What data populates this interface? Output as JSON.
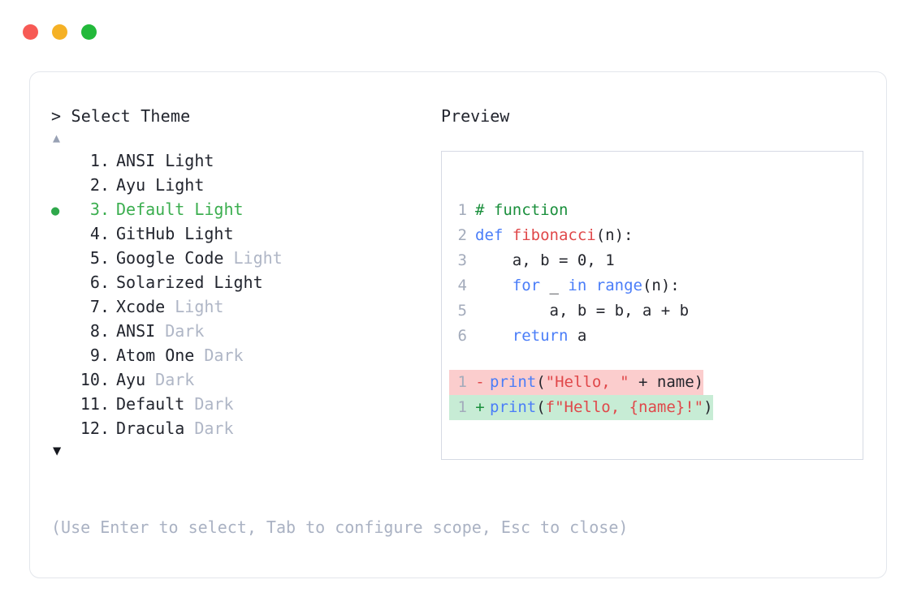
{
  "window": {
    "dots": [
      {
        "name": "close",
        "color": "#f75a55"
      },
      {
        "name": "minimize",
        "color": "#f5b125"
      },
      {
        "name": "maximize",
        "color": "#22b93a"
      }
    ]
  },
  "left": {
    "prompt": "> Select Theme",
    "scroll_up": "▲",
    "scroll_down": "▼",
    "selected_index": 3,
    "bullet": "●",
    "themes": [
      {
        "num": "1.",
        "name": "ANSI",
        "suffix": "Light",
        "suffix_dim": false,
        "selected": false
      },
      {
        "num": "2.",
        "name": "Ayu",
        "suffix": "Light",
        "suffix_dim": false,
        "selected": false
      },
      {
        "num": "3.",
        "name": "Default",
        "suffix": "Light",
        "suffix_dim": false,
        "selected": true
      },
      {
        "num": "4.",
        "name": "GitHub",
        "suffix": "Light",
        "suffix_dim": false,
        "selected": false
      },
      {
        "num": "5.",
        "name": "Google Code",
        "suffix": "Light",
        "suffix_dim": true,
        "selected": false
      },
      {
        "num": "6.",
        "name": "Solarized",
        "suffix": "Light",
        "suffix_dim": false,
        "selected": false
      },
      {
        "num": "7.",
        "name": "Xcode",
        "suffix": "Light",
        "suffix_dim": true,
        "selected": false
      },
      {
        "num": "8.",
        "name": "ANSI",
        "suffix": "Dark",
        "suffix_dim": true,
        "selected": false
      },
      {
        "num": "9.",
        "name": "Atom One",
        "suffix": "Dark",
        "suffix_dim": true,
        "selected": false
      },
      {
        "num": "10.",
        "name": "Ayu",
        "suffix": "Dark",
        "suffix_dim": true,
        "selected": false
      },
      {
        "num": "11.",
        "name": "Default",
        "suffix": "Dark",
        "suffix_dim": true,
        "selected": false
      },
      {
        "num": "12.",
        "name": "Dracula",
        "suffix": "Dark",
        "suffix_dim": true,
        "selected": false
      }
    ]
  },
  "right": {
    "title": "Preview",
    "code_lines": [
      {
        "ln": "1",
        "tokens": [
          {
            "t": "# function",
            "c": "tok-comment"
          }
        ]
      },
      {
        "ln": "2",
        "tokens": [
          {
            "t": "def ",
            "c": "tok-keyword"
          },
          {
            "t": "fibonacci",
            "c": "tok-func"
          },
          {
            "t": "(n):",
            "c": "tok-plain"
          }
        ]
      },
      {
        "ln": "3",
        "tokens": [
          {
            "t": "    a, b = ",
            "c": "tok-plain"
          },
          {
            "t": "0",
            "c": "tok-num"
          },
          {
            "t": ", ",
            "c": "tok-plain"
          },
          {
            "t": "1",
            "c": "tok-num"
          }
        ]
      },
      {
        "ln": "4",
        "tokens": [
          {
            "t": "    ",
            "c": "tok-plain"
          },
          {
            "t": "for",
            "c": "tok-keyword"
          },
          {
            "t": " _ ",
            "c": "tok-plain"
          },
          {
            "t": "in",
            "c": "tok-keyword"
          },
          {
            "t": " ",
            "c": "tok-plain"
          },
          {
            "t": "range",
            "c": "tok-builtin"
          },
          {
            "t": "(n):",
            "c": "tok-plain"
          }
        ]
      },
      {
        "ln": "5",
        "tokens": [
          {
            "t": "        a, b = b, a + b",
            "c": "tok-plain"
          }
        ]
      },
      {
        "ln": "6",
        "tokens": [
          {
            "t": "    ",
            "c": "tok-plain"
          },
          {
            "t": "return",
            "c": "tok-keyword"
          },
          {
            "t": " a",
            "c": "tok-plain"
          }
        ]
      }
    ],
    "diff_lines": [
      {
        "ln": "1",
        "sign": "-",
        "kind": "minus",
        "tokens": [
          {
            "t": "print",
            "c": "tok-builtin"
          },
          {
            "t": "(",
            "c": "tok-plain"
          },
          {
            "t": "\"Hello, \"",
            "c": "tok-string"
          },
          {
            "t": " + name)",
            "c": "tok-plain"
          }
        ]
      },
      {
        "ln": "1",
        "sign": "+",
        "kind": "plus",
        "tokens": [
          {
            "t": "print",
            "c": "tok-builtin"
          },
          {
            "t": "(",
            "c": "tok-plain"
          },
          {
            "t": "f\"Hello, {name}!\"",
            "c": "tok-string"
          },
          {
            "t": ")",
            "c": "tok-plain"
          }
        ]
      }
    ]
  },
  "footer": {
    "help": "(Use Enter to select, Tab to configure scope, Esc to close)"
  }
}
